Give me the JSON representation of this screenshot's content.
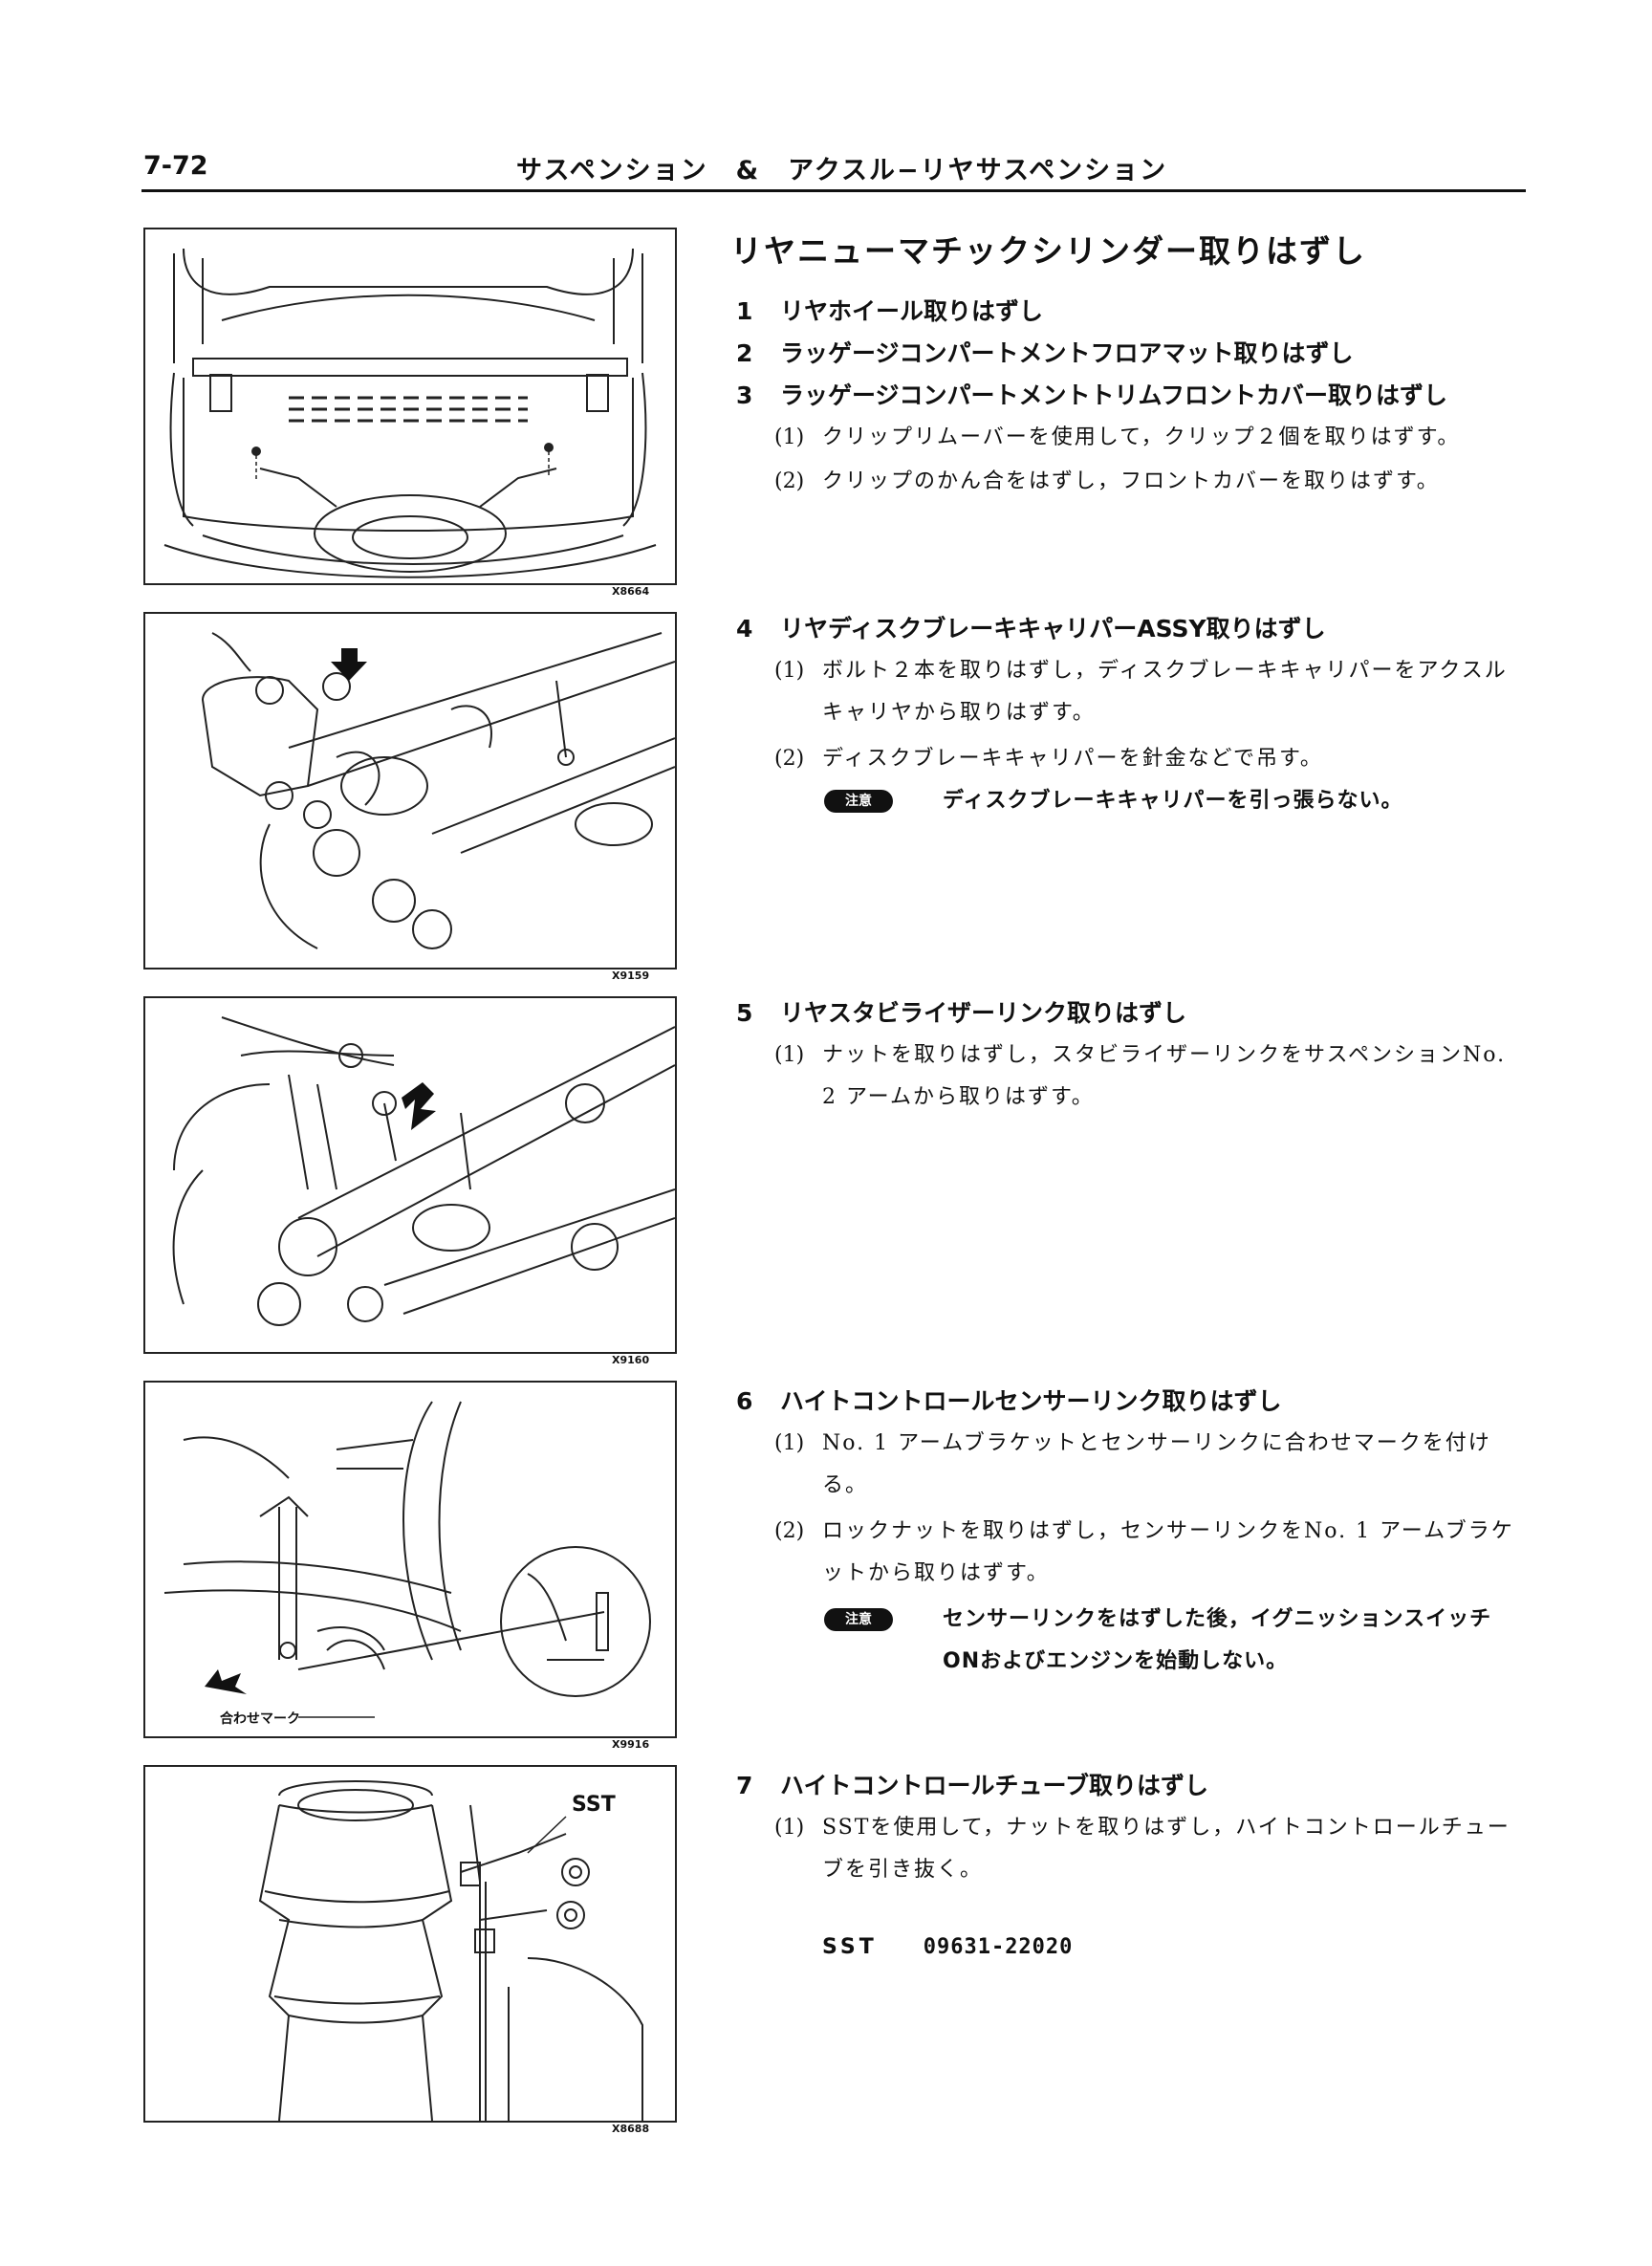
{
  "header": {
    "page_number": "7-72",
    "section_title": "サスペンション　&　アクスル−リヤサスペンション"
  },
  "main_title": "リヤニューマチックシリンダー取りはずし",
  "figures": [
    {
      "code": "X8664"
    },
    {
      "code": "X9159"
    },
    {
      "code": "X9160"
    },
    {
      "code": "X9916",
      "label": "合わせマーク"
    },
    {
      "code": "X8688",
      "label": "SST"
    }
  ],
  "steps": [
    {
      "num": "1",
      "title": "リヤホイール取りはずし"
    },
    {
      "num": "2",
      "title": "ラッゲージコンパートメントフロアマット取りはずし"
    },
    {
      "num": "3",
      "title": "ラッゲージコンパートメントトリムフロントカバー取りはずし",
      "subs": [
        {
          "num": "(1)",
          "text": "クリップリムーバーを使用して，クリップ２個を取りはずす。"
        },
        {
          "num": "(2)",
          "text": "クリップのかん合をはずし，フロントカバーを取りはずす。"
        }
      ]
    },
    {
      "num": "4",
      "title": "リヤディスクブレーキキャリパーASSY取りはずし",
      "subs": [
        {
          "num": "(1)",
          "text": "ボルト２本を取りはずし，ディスクブレーキキャリパーをアクスルキャリヤから取りはずす。"
        },
        {
          "num": "(2)",
          "text": "ディスクブレーキキャリパーを針金などで吊す。"
        }
      ],
      "caution": {
        "badge": "注意",
        "text": "ディスクブレーキキャリパーを引っ張らない。"
      }
    },
    {
      "num": "5",
      "title": "リヤスタビライザーリンク取りはずし",
      "subs": [
        {
          "num": "(1)",
          "text": "ナットを取りはずし，スタビライザーリンクをサスペンションNo. 2 アームから取りはずす。"
        }
      ]
    },
    {
      "num": "6",
      "title": "ハイトコントロールセンサーリンク取りはずし",
      "subs": [
        {
          "num": "(1)",
          "text": "No. 1 アームブラケットとセンサーリンクに合わせマークを付ける。"
        },
        {
          "num": "(2)",
          "text": "ロックナットを取りはずし，センサーリンクをNo. 1 アームブラケットから取りはずす。"
        }
      ],
      "caution": {
        "badge": "注意",
        "text": "センサーリンクをはずした後，イグニッションスイッチONおよびエンジンを始動しない。"
      }
    },
    {
      "num": "7",
      "title": "ハイトコントロールチューブ取りはずし",
      "subs": [
        {
          "num": "(1)",
          "text": "SSTを使用して，ナットを取りはずし，ハイトコントロールチューブを引き抜く。"
        }
      ],
      "sst": {
        "label": "SST",
        "code": "09631-22020"
      }
    }
  ]
}
